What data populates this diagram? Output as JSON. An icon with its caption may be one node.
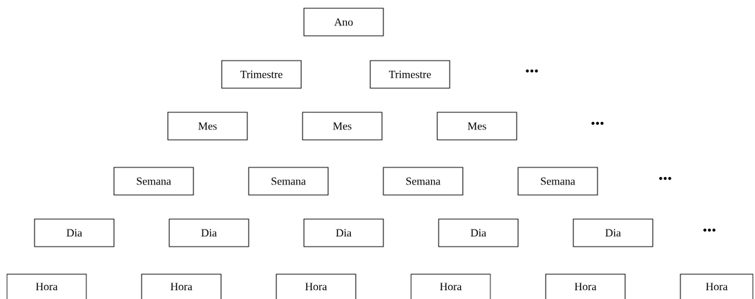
{
  "diagram": {
    "nodes": [
      {
        "text": [
          "Ano"
        ]
      },
      {
        "text": [
          "Trimestre"
        ]
      },
      {
        "text": [
          "Trimestre"
        ]
      },
      {
        "text": [
          "Mes"
        ]
      },
      {
        "text": [
          "Mes"
        ]
      },
      {
        "text": [
          "Mes"
        ]
      },
      {
        "text": [
          "Semana"
        ]
      },
      {
        "text": [
          "Semana"
        ]
      },
      {
        "text": [
          "Semana"
        ]
      },
      {
        "text": [
          "Semana"
        ]
      },
      {
        "text": [
          "Dia"
        ]
      },
      {
        "text": [
          "Dia"
        ]
      },
      {
        "text": [
          "Dia"
        ]
      },
      {
        "text": [
          "Dia"
        ]
      },
      {
        "text": [
          "Dia"
        ]
      },
      {
        "text": [
          "Hora"
        ]
      },
      {
        "text": [
          "Hora"
        ]
      },
      {
        "text": [
          "Hora"
        ]
      },
      {
        "text": [
          "Hora"
        ]
      },
      {
        "text": [
          "Hora"
        ]
      },
      {
        "text": [
          "Hora"
        ]
      }
    ],
    "labels": [
      "•••",
      "•••",
      "•••",
      "•••"
    ]
  }
}
